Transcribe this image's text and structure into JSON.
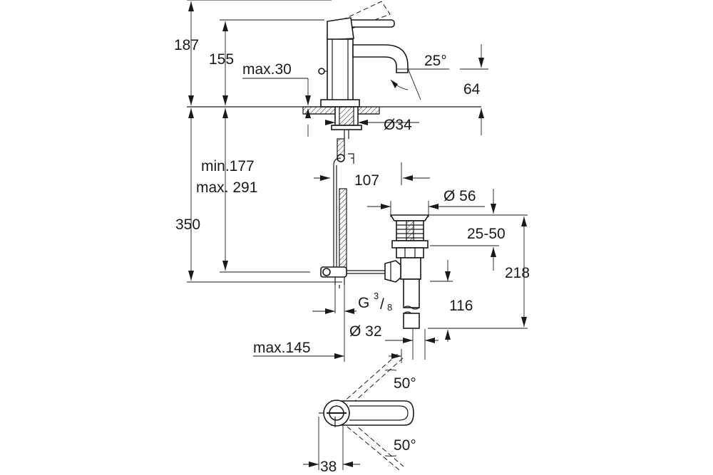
{
  "dimensions": {
    "height_total": "187",
    "height_spout": "155",
    "lever_clearance": "max.30",
    "angle_spout": "25°",
    "outlet_height": "64",
    "hole_diameter": "Ø34",
    "hose_min": "min.177",
    "hose_max": "max. 291",
    "below_deck": "350",
    "offset": "107",
    "drain_diameter": "Ø 56",
    "drain_range": "25-50",
    "drain_total": "218",
    "thread_label": "G",
    "thread_num": "3",
    "thread_den": "8",
    "tail_length": "116",
    "pipe_diameter": "Ø 32",
    "reach": "max.145",
    "angle_upper": "50°",
    "angle_lower": "50°",
    "handle_offset": "38"
  }
}
